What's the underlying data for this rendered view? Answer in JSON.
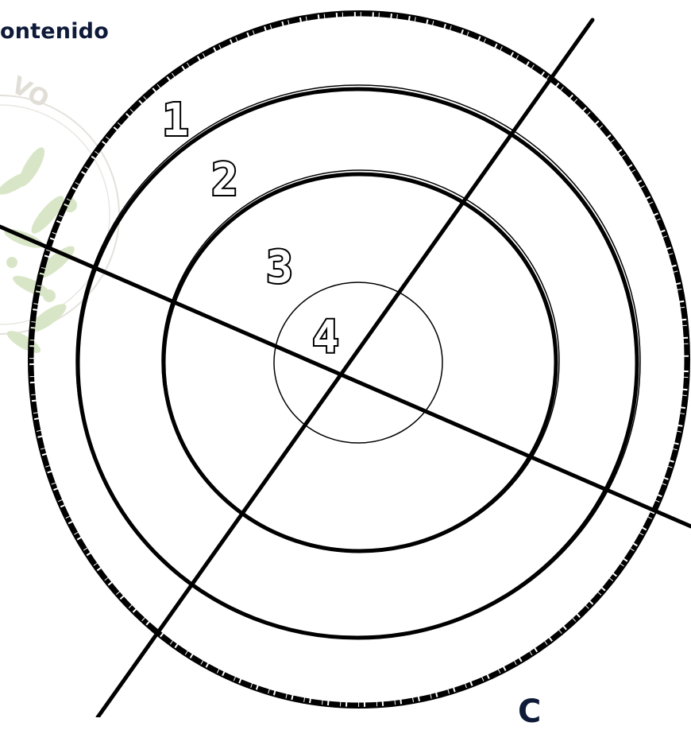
{
  "header": {
    "text": "ontenido"
  },
  "seal": {
    "text": "VO",
    "color": "#c9c4b8",
    "leaf_color": "#b9d39a"
  },
  "target": {
    "ring_labels": [
      "1",
      "2",
      "3",
      "4"
    ],
    "ring_color": "#000000"
  },
  "footer": {
    "text": "C"
  }
}
